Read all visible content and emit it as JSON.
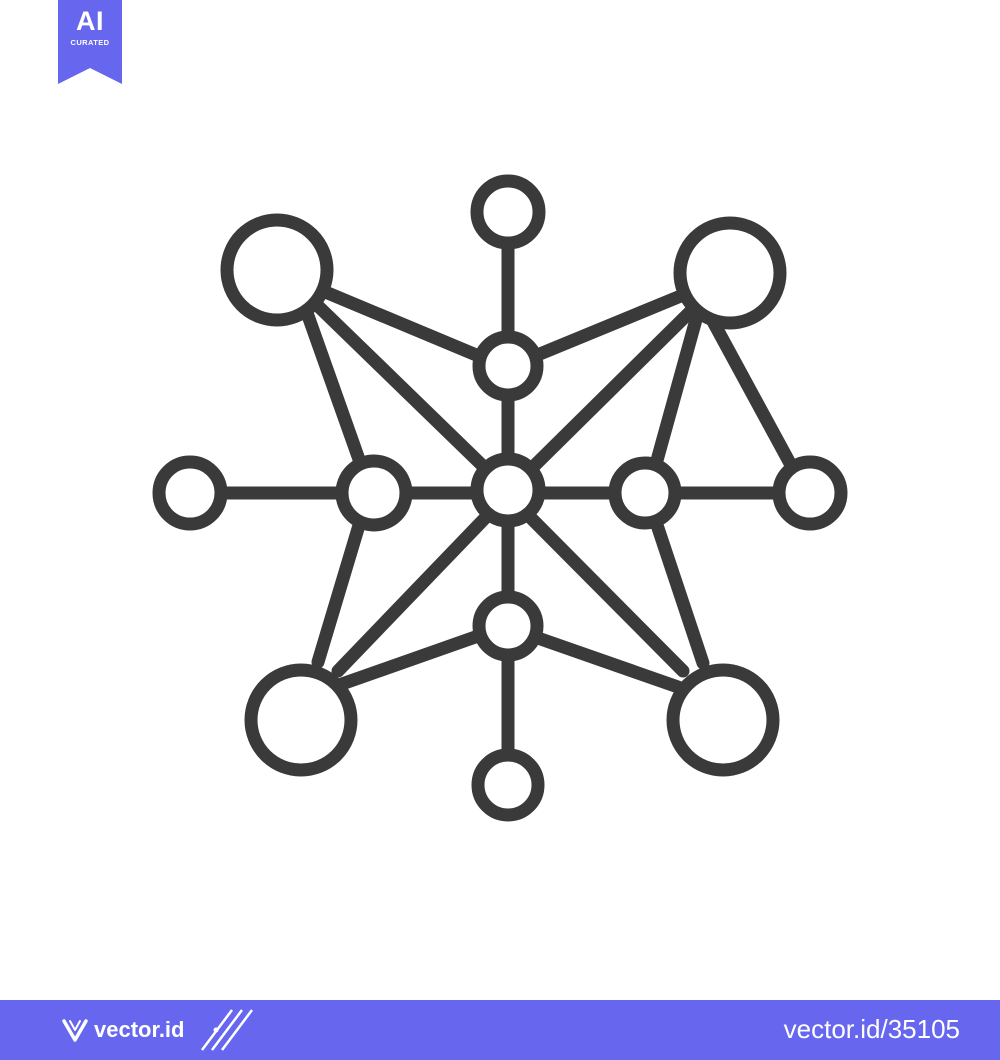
{
  "badge": {
    "main": "AI",
    "sub": "CURATED"
  },
  "footer": {
    "brand": "vector.id",
    "item_id": "vector.id/35105"
  },
  "icons": {
    "badge": "ribbon-icon",
    "artwork": "network-nodes-icon",
    "brand_mark": "v-logo-icon",
    "decoration": "slash-lines-icon"
  },
  "colors": {
    "brand": "#6666ee",
    "stroke": "#3a3a3a",
    "background": "#ffffff"
  }
}
